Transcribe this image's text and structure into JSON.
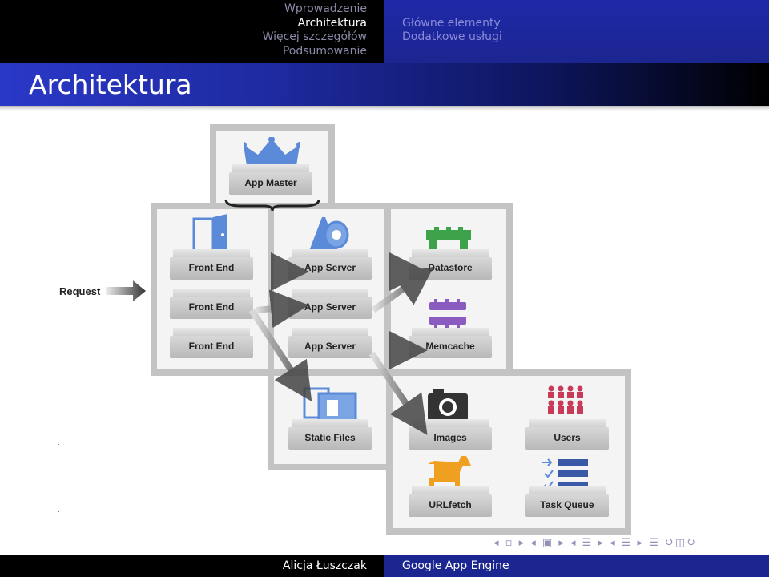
{
  "header": {
    "sections": [
      "Wprowadzenie",
      "Architektura",
      "Więcej szczegółów",
      "Podsumowanie"
    ],
    "active_section": "Architektura",
    "subsections": [
      "Główne elementy",
      "Dodatkowe usługi"
    ]
  },
  "slide": {
    "title": "Architektura"
  },
  "diagram": {
    "request_label": "Request",
    "app_master": "App Master",
    "front_ends": [
      "Front End",
      "Front End",
      "Front End"
    ],
    "app_servers": [
      "App Server",
      "App Server",
      "App Server"
    ],
    "datastore": "Datastore",
    "memcache": "Memcache",
    "static_files": "Static Files",
    "images": "Images",
    "users": "Users",
    "urlfetch": "URLfetch",
    "task_queue": "Task Queue"
  },
  "footer": {
    "author": "Alicja Łuszczak",
    "talk": "Google App Engine"
  },
  "colors": {
    "nav_blue": "#1c2690",
    "title_gradient_start": "#2a38c8",
    "icon_blue": "#5b8ad8",
    "icon_green": "#3da24a",
    "icon_purple": "#8a5cc0",
    "icon_orange": "#f0a020",
    "icon_red": "#c83a5a"
  }
}
